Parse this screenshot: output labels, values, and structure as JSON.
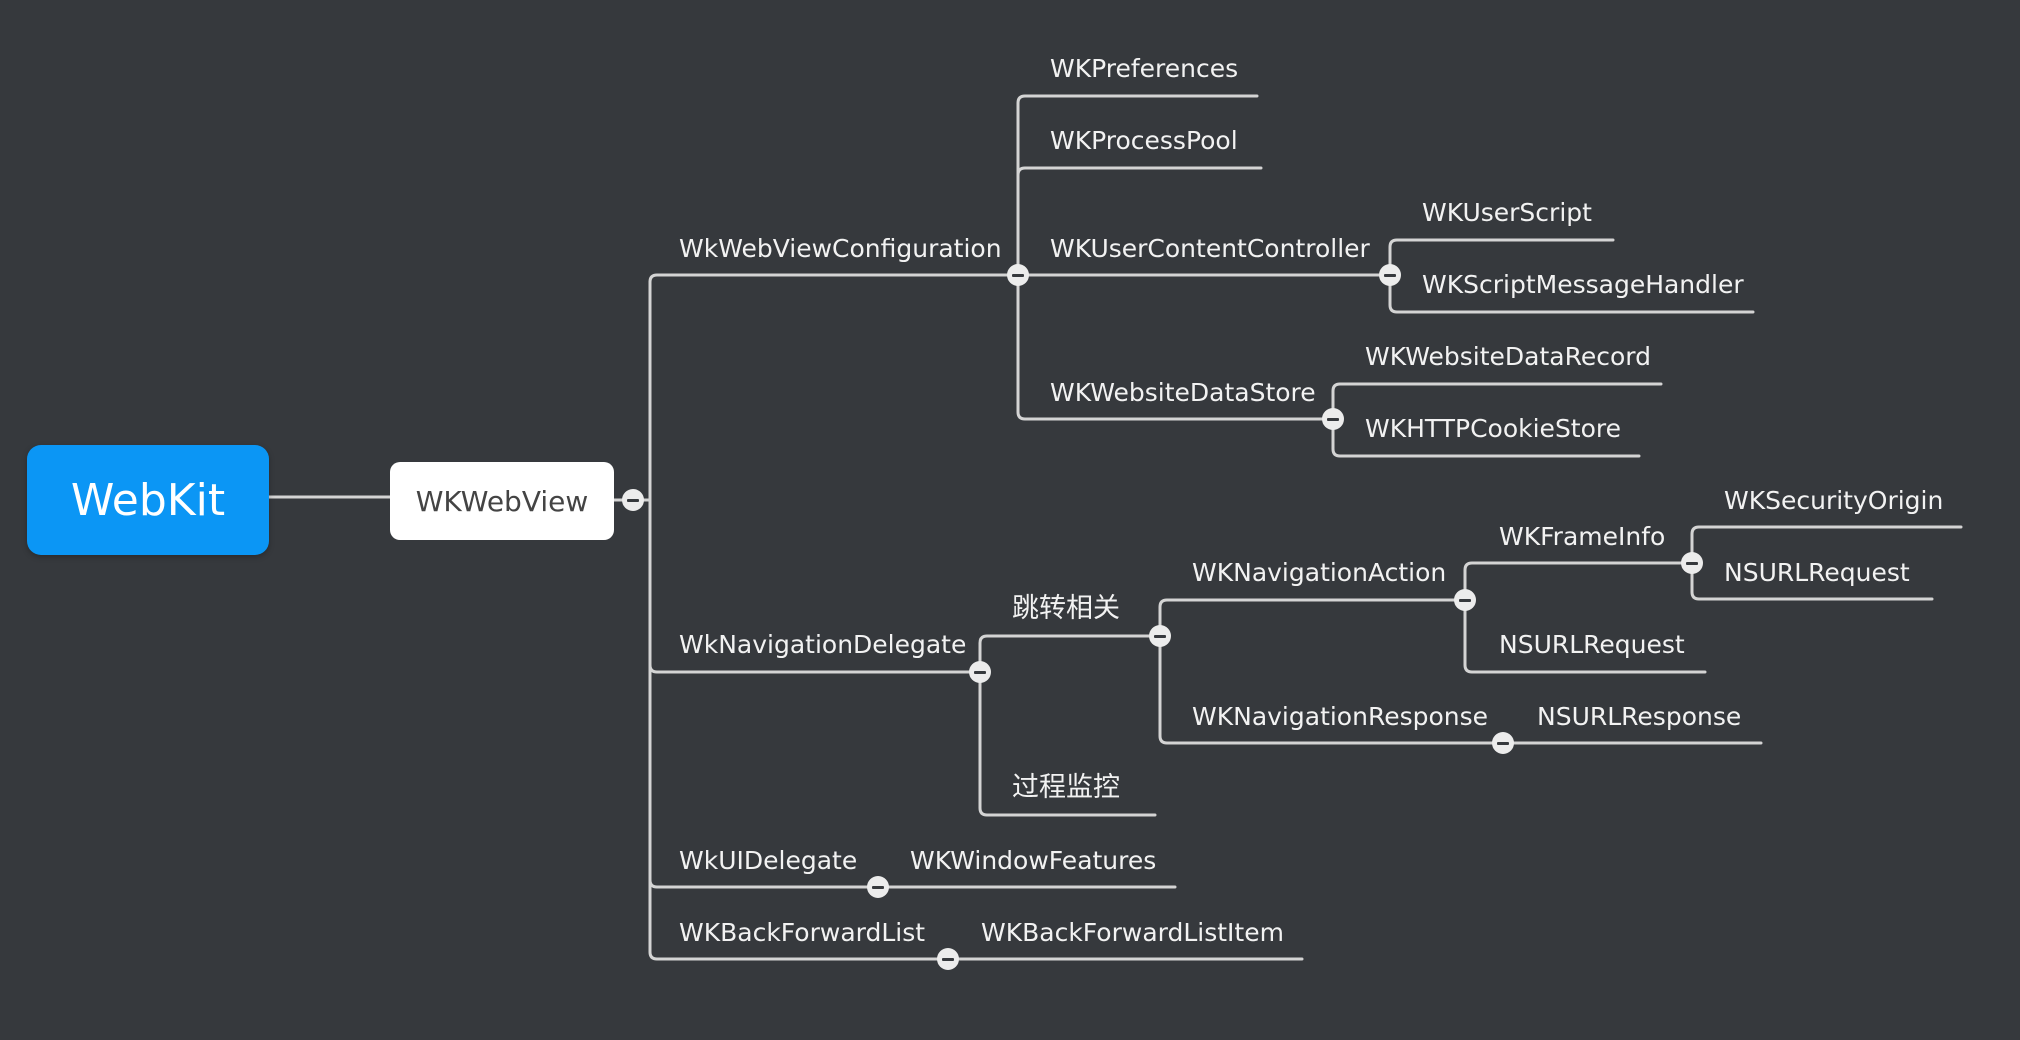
{
  "central_topic": "WebKit",
  "main_topic": "WKWebView",
  "subtopics": {
    "configuration": "WkWebViewConfiguration",
    "preferences": "WKPreferences",
    "process_pool": "WKProcessPool",
    "user_content_controller": "WKUserContentController",
    "user_script": "WKUserScript",
    "script_message_handler": "WKScriptMessageHandler",
    "website_data_store": "WKWebsiteDataStore",
    "website_data_record": "WKWebsiteDataRecord",
    "http_cookie_store": "WKHTTPCookieStore",
    "navigation_delegate": "WkNavigationDelegate",
    "jump_related": "跳转相关",
    "navigation_action": "WKNavigationAction",
    "frame_info": "WKFrameInfo",
    "security_origin": "WKSecurityOrigin",
    "frame_request": "NSURLRequest",
    "action_request": "NSURLRequest",
    "navigation_response": "WKNavigationResponse",
    "url_response": "NSURLResponse",
    "process_monitoring": "过程监控",
    "ui_delegate": "WkUIDelegate",
    "window_features": "WKWindowFeatures",
    "back_forward_list": "WKBackForwardList",
    "back_forward_list_item": "WKBackForwardListItem"
  },
  "colors": {
    "background": "#36393d",
    "central_topic_fill": "#0b96f5",
    "main_topic_fill": "#ffffff",
    "connector": "#d4d4d4",
    "text": "#f2f2f2"
  }
}
